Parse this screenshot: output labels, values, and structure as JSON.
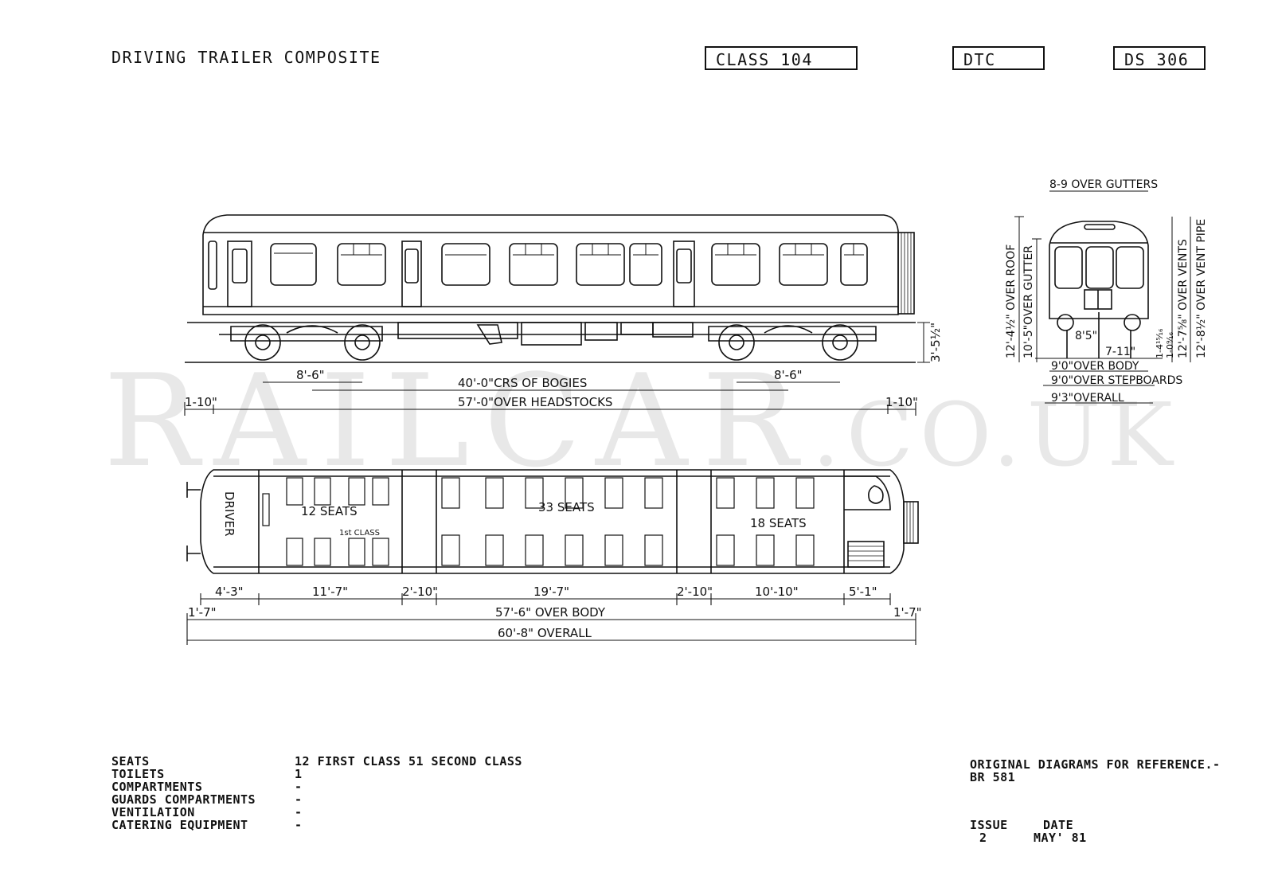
{
  "header": {
    "title": "DRIVING TRAILER COMPOSITE",
    "class_box": "CLASS 104",
    "type_box": "DTC",
    "diagram_box": "DS 306"
  },
  "watermark": {
    "main": "RAILCAR",
    "suffix": ".CO.UK"
  },
  "side_view": {
    "dim_left_bogie": "8'-6\"",
    "dim_right_bogie": "8'-6\"",
    "dim_bogie_centres": "40'-0\"CRS OF BOGIES",
    "dim_left_overhang": "1-10\"",
    "dim_right_overhang": "1-10\"",
    "dim_headstocks": "57'-0\"OVER HEADSTOCKS",
    "dim_height_rail": "3'-5½\""
  },
  "end_view": {
    "over_gutters": "8-9 OVER GUTTERS",
    "over_roof": "12'-4½\" OVER ROOF",
    "over_gutter_v": "10'-5\"OVER GUTTER",
    "over_vents": "12'-7⅝\" OVER VENTS",
    "over_vent_pipe": "12'-8½\" OVER VENT PIPE",
    "dim_small_a": "1-4¹⁵⁄₁₆",
    "dim_small_b": "1-0⁹⁄₁₆",
    "dim_8_5": "8'5\"",
    "dim_7_11": "7-11\"",
    "over_body": "9'0\"OVER BODY",
    "over_stepboards": "9'0\"OVER STEPBOARDS",
    "overall": "9'3\"OVERALL"
  },
  "plan_view": {
    "driver": "DRIVER",
    "seats_first": "12 SEATS",
    "first_class": "1st CLASS",
    "seats_middle": "33 SEATS",
    "seats_rear": "18 SEATS",
    "dims": [
      "4'-3\"",
      "11'-7\"",
      "2'-10\"",
      "19'-7\"",
      "2'-10\"",
      "10'-10\"",
      "5'-1\""
    ],
    "dim_left_end": "1'-7\"",
    "dim_right_end": "1'-7\"",
    "over_body": "57'-6\" OVER BODY",
    "overall": "60'-8\" OVERALL"
  },
  "specs": {
    "labels": [
      "SEATS",
      "TOILETS",
      "COMPARTMENTS",
      "GUARDS COMPARTMENTS",
      "VENTILATION",
      "CATERING EQUIPMENT"
    ],
    "values": [
      "12 FIRST CLASS 51 SECOND CLASS",
      "1",
      "-",
      "-",
      "-",
      "-"
    ]
  },
  "reference": {
    "line1": "ORIGINAL DIAGRAMS FOR REFERENCE.-",
    "line2": "BR 581",
    "issue_label": "ISSUE",
    "date_label": "DATE",
    "issue_value": "2",
    "date_value": "MAY' 81"
  }
}
